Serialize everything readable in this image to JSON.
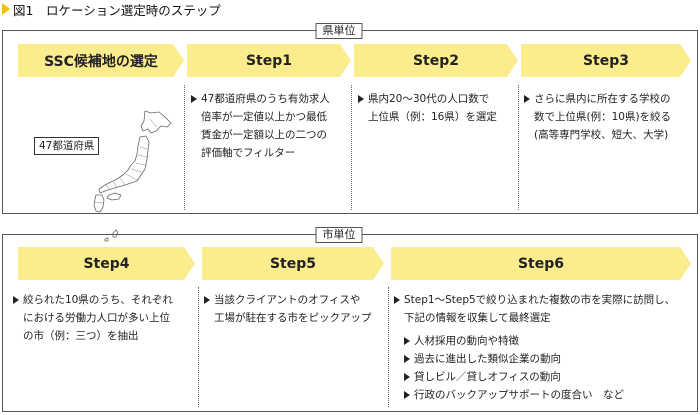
{
  "title": "図1　ロケーション選定時のステップ",
  "section_prefecture": {
    "label": "県単位",
    "step0": {
      "label": "SSC候補地の選定",
      "map_label": "47都道府県"
    },
    "step1": {
      "label": "Step1",
      "lines": [
        "47都道府県のうち有効求人",
        "倍率が一定値以上かつ最低",
        "賃金が一定額以上の二つの",
        "評価軸でフィルター"
      ]
    },
    "step2": {
      "label": "Step2",
      "lines": [
        "県内20～30代の人口数で",
        "上位県（例：16県）を選定"
      ]
    },
    "step3": {
      "label": "Step3",
      "lines": [
        "さらに県内に所在する学校の",
        "数で上位県(例：10県)を絞る",
        "(高等専門学校、短大、大学)"
      ]
    }
  },
  "section_city": {
    "label": "市単位",
    "step4": {
      "label": "Step4",
      "lines": [
        "絞られた10県のうち、それぞれ",
        "における労働力人口が多い上位",
        "の市（例：三つ）を抽出"
      ]
    },
    "step5": {
      "label": "Step5",
      "lines": [
        "当該クライアントのオフィスや",
        "工場が駐在する市をピックアップ"
      ]
    },
    "step6": {
      "label": "Step6",
      "lines": [
        "Step1～Step5で絞り込まれた複数の市を実際に訪問し、",
        "下記の情報を収集して最終選定"
      ],
      "items": [
        "人材採用の動向や特徴",
        "過去に進出した類似企業の動向",
        "貸しビル／貸しオフィスの動向",
        "行政のバックアップサポートの度合い　など"
      ]
    }
  },
  "colors": {
    "chevron": "#fbec8d",
    "title_marker": "#f2c200"
  }
}
